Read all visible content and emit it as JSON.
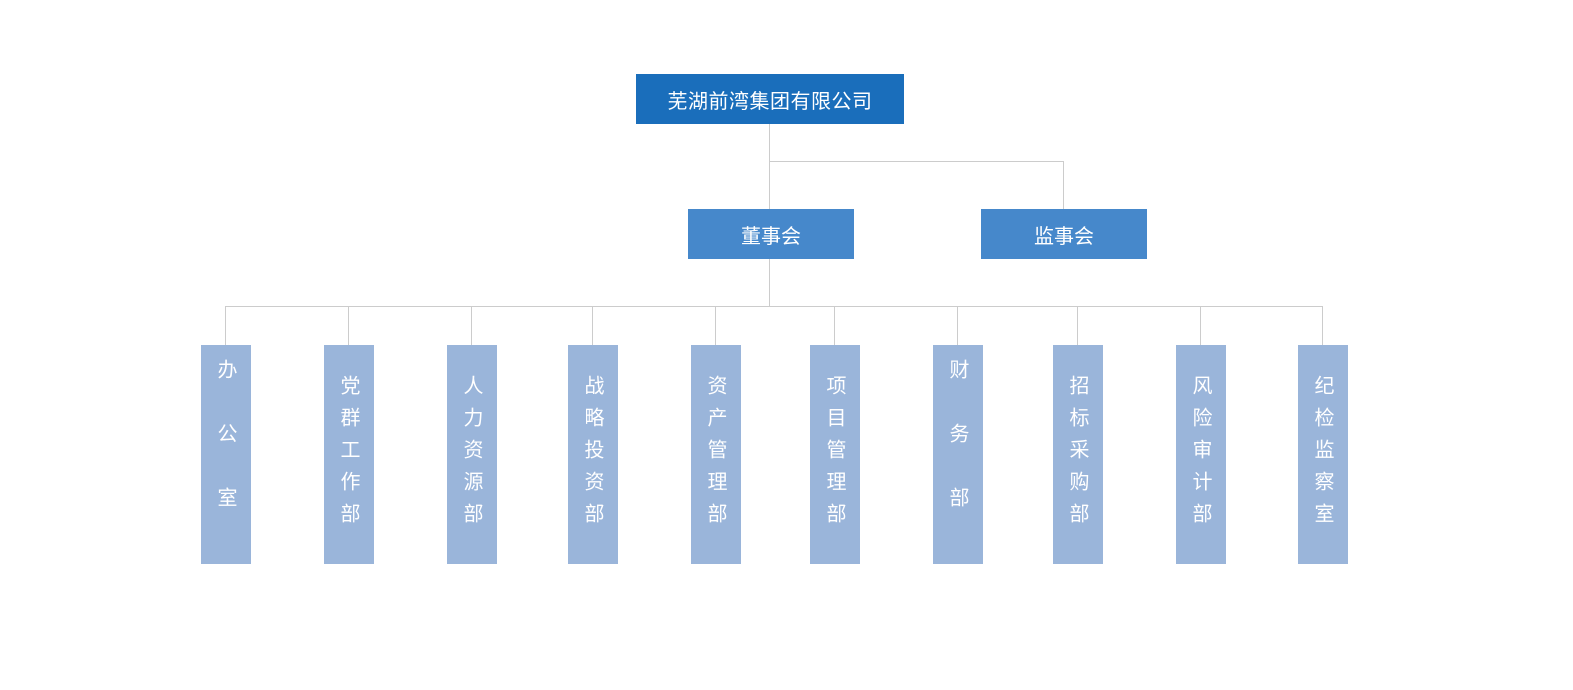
{
  "root": {
    "label": "芜湖前湾集团有限公司"
  },
  "level2": [
    {
      "label": "董事会"
    },
    {
      "label": "监事会"
    }
  ],
  "departments": [
    {
      "label": "办公室"
    },
    {
      "label": "党群工作部"
    },
    {
      "label": "人力资源部"
    },
    {
      "label": "战略投资部"
    },
    {
      "label": "资产管理部"
    },
    {
      "label": "项目管理部"
    },
    {
      "label": "财务部"
    },
    {
      "label": "招标采购部"
    },
    {
      "label": "风险审计部"
    },
    {
      "label": "纪检监察室"
    }
  ],
  "colors": {
    "root": "#1a6ebb",
    "level2": "#4688cb",
    "department": "#9ab5da",
    "connector": "#cccccc",
    "text": "#ffffff"
  }
}
